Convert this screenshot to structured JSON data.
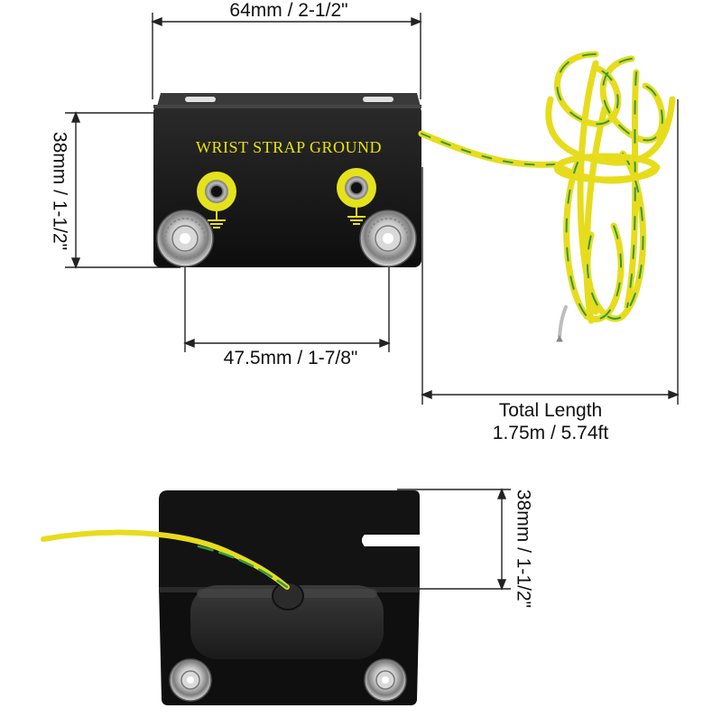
{
  "product": {
    "panel_label": "WRIST STRAP GROUND"
  },
  "dimensions": {
    "top_width": "64mm / 2-1/2\"",
    "top_height": "38mm / 1-1/2\"",
    "stud_spacing": "47.5mm / 1-7/8\"",
    "total_length_title": "Total Length",
    "total_length_value": "1.75m / 5.74ft",
    "bottom_height": "38mm / 1-1/2\""
  },
  "colors": {
    "plate": "#111111",
    "cable_yellow": "#e7dc1c",
    "cable_green": "#2f9a4a",
    "label_yellow": "#e8e400",
    "dimension_line": "#222222"
  }
}
